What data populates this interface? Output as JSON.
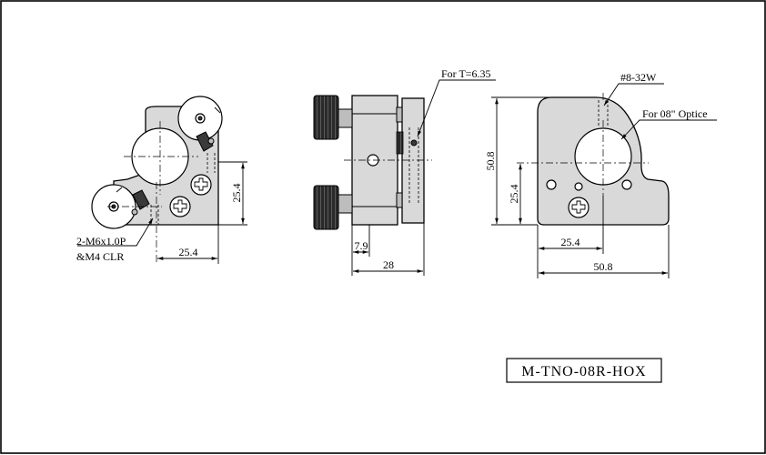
{
  "part_number": "M-TNO-08R-HOX",
  "front_view": {
    "thread_note_line1": "2-M6x1.0P",
    "thread_note_line2": "&M4 CLR",
    "dim_height": "25.4",
    "dim_width": "25.4"
  },
  "side_view": {
    "thickness_note": "For T=6.35",
    "dim_offset": "7.9",
    "dim_depth": "28"
  },
  "back_view": {
    "thread_note": "#8-32W",
    "optic_note": "For 08\" Optice",
    "dim_total_height": "50.8",
    "dim_center_height": "25.4",
    "dim_center_offset": "25.4",
    "dim_total_width": "50.8"
  }
}
